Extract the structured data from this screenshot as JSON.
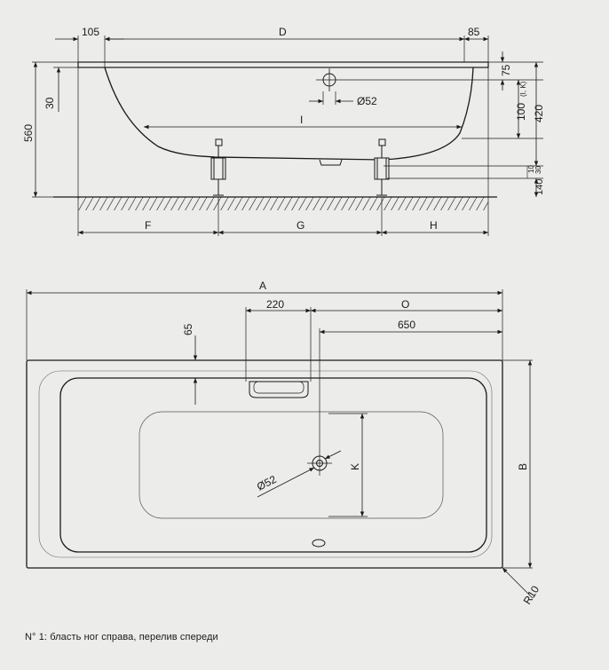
{
  "side_view": {
    "dims": {
      "d105": "105",
      "D": "D",
      "d85": "85",
      "d75": "75",
      "dia52": "Ø52",
      "d100": "100",
      "d100_note": "(I, K)",
      "d420": "420",
      "d30": "30",
      "d560": "560",
      "I": "I",
      "d10": "10",
      "d30b": "30",
      "d140": "140",
      "F": "F",
      "G": "G",
      "H": "H"
    }
  },
  "top_view": {
    "dims": {
      "A": "A",
      "d220": "220",
      "O": "O",
      "d650": "650",
      "d65": "65",
      "B": "B",
      "K": "K",
      "dia52": "Ø52",
      "R10": "R10"
    }
  },
  "caption": "N° 1: бласть ног справа, перелив спереди",
  "colors": {
    "background": "#ececea",
    "line": "#1a1a1a"
  }
}
